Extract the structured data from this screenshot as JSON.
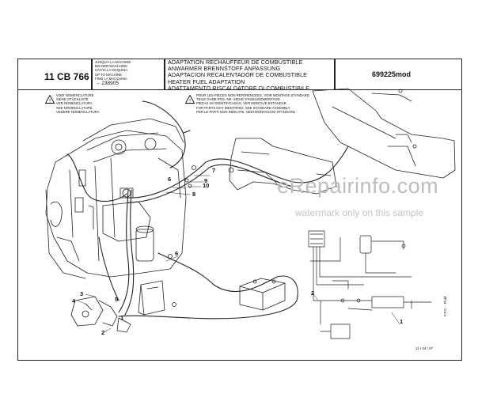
{
  "header": {
    "doc_code": "11 CB 766",
    "scope_lines": [
      "JUSQU'A LA MACHINE",
      "BIS DER MASCHINE",
      "HASTA LA MAQUINA",
      "UP TO MACHINE",
      "FINO LA MACCHINA"
    ],
    "serial": "238905",
    "titles": [
      "ADAPTATION RECHAUFFEUR DE COMBUSTIBLE",
      "ANWARMER BRENNSTOFF ANPASSUNG",
      "ADAPTACION RECALENTADOR DE COMBUSTIBLE",
      "HEATER FUEL ADAPTATION",
      "ADATTAMENTO RISCALDATORE DI COMBUSTIBILE"
    ],
    "reference": "699225mod"
  },
  "notes": {
    "left_lines": [
      "VOIR NOMENCLATURE",
      "SIEHE STÜCKLISTE",
      "VER NOMENCLATURA",
      "SEE NOMENCLATURE",
      "VEDERE NOMENCLATURA"
    ],
    "right_lines": [
      "POUR LES PIÈCES NON RÉFÉRENCÉES, VOIR MONTAGE STANDARD",
      "TEILE OHNE POS.-NR. SIEHE STANDARDMONTAGE",
      "PIEZAS NO IDENTIFICADAS, VER MONTAJE ESTANDAR",
      "FOR PARTS NOT IDENTIFIED, SEE STANDARD ASSEMBLY",
      "PER LE PARTI NON INDICATE, VEDI MONTAGGIO STANDARD"
    ]
  },
  "callouts": {
    "c1": "1",
    "c2": "2",
    "c3": "3",
    "c4": "4",
    "c5": "5",
    "c6a": "6",
    "c6b": "6",
    "c7": "7",
    "c8": "8",
    "c9": "9",
    "c10": "10",
    "c1s": "1",
    "c2s": "2"
  },
  "watermark": {
    "brand": "eRepairinfo.com",
    "note": "watermark only on this sample"
  },
  "footer": {
    "date": "11 / 04 / 07",
    "side": "F.P.C. · Fluid"
  }
}
